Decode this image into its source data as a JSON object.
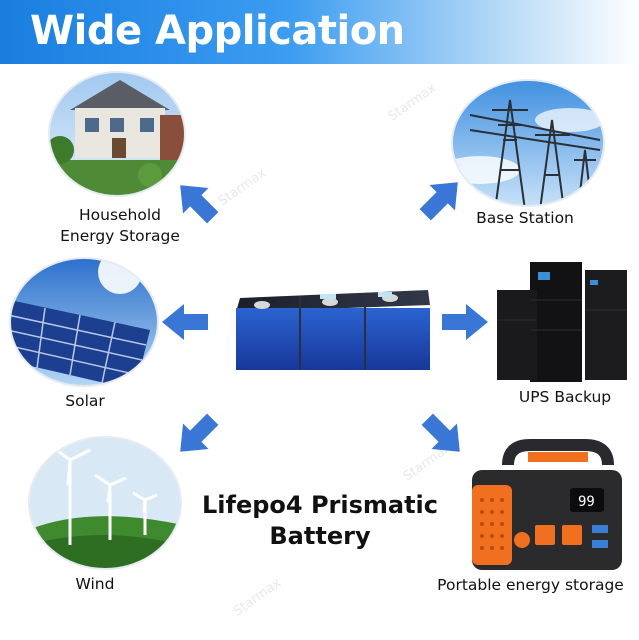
{
  "banner": {
    "title": "Wide Application"
  },
  "center": {
    "line1": "Lifepo4 Prismatic",
    "line2": "Battery"
  },
  "applications": {
    "household": "Household\nEnergy Storage",
    "base_station": "Base Station",
    "solar": "Solar",
    "ups": "UPS Backup",
    "wind": "Wind",
    "portable": "Portable energy storage"
  },
  "portable_display": "99",
  "watermark": "Starmax",
  "colors": {
    "banner": "#1a7ee0",
    "arrow": "#3a76d6",
    "battery": "#1f4fb8",
    "accent": "#f07020"
  }
}
